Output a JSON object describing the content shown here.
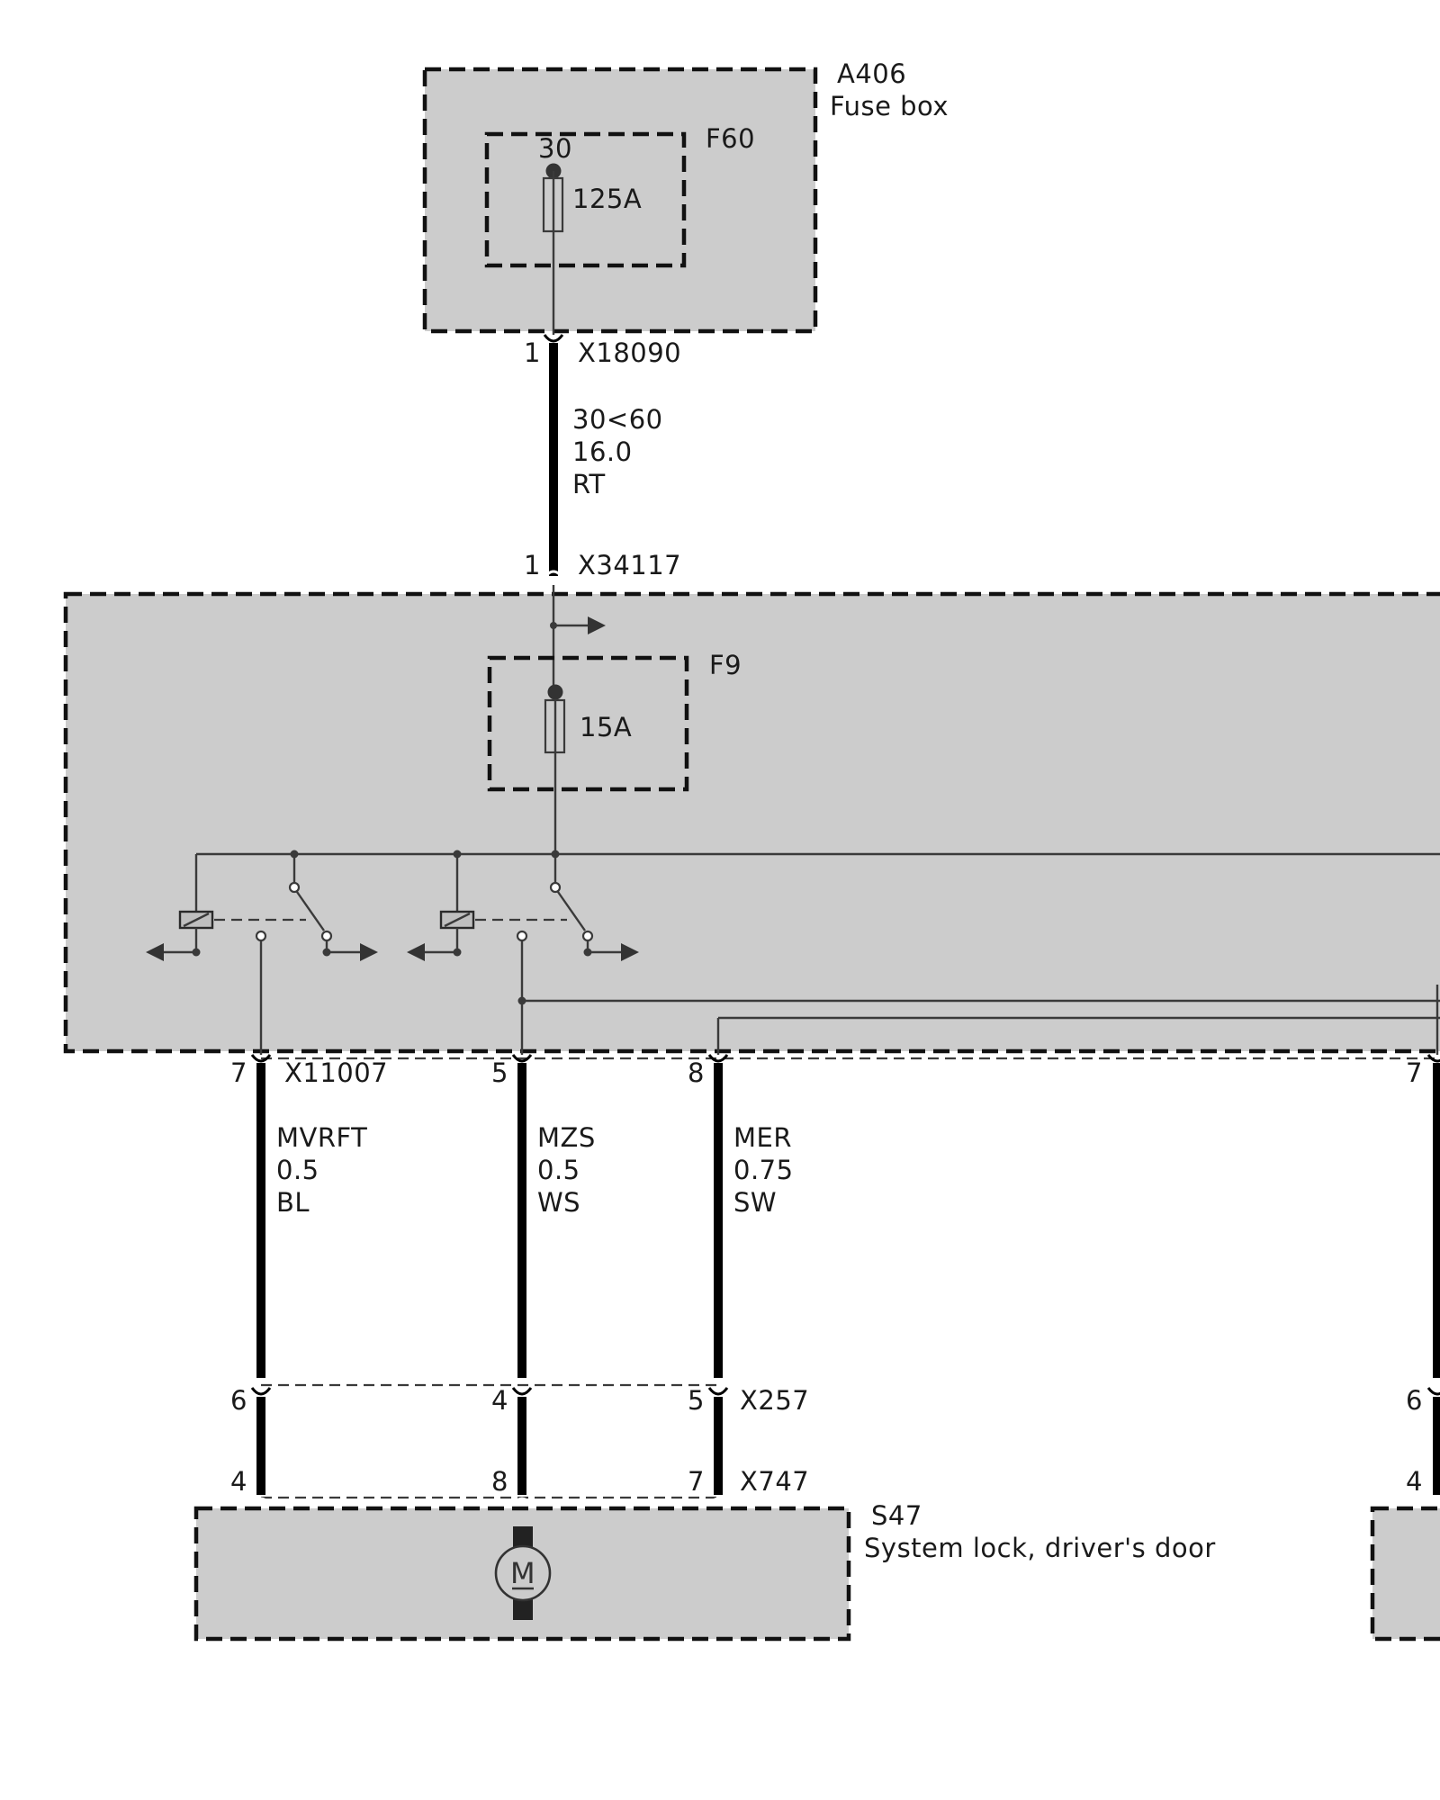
{
  "fuse_box": {
    "id": "A406",
    "name": "Fuse box",
    "fuse_id": "F60",
    "terminal": "30",
    "rating": "125A"
  },
  "connector_top": {
    "pin": "1",
    "id": "X18090"
  },
  "supply_wire": {
    "signal": "30<60",
    "gauge": "16.0",
    "color": "RT"
  },
  "connector_module_in": {
    "pin": "1",
    "id": "X34117"
  },
  "module_fuse": {
    "id": "F9",
    "rating": "15A"
  },
  "connector_module_out": {
    "id": "X11007",
    "pins": [
      "7",
      "5",
      "8"
    ],
    "right_pin": "7"
  },
  "wires": [
    {
      "signal": "MVRFT",
      "gauge": "0.5",
      "color": "BL"
    },
    {
      "signal": "MZS",
      "gauge": "0.5",
      "color": "WS"
    },
    {
      "signal": "MER",
      "gauge": "0.75",
      "color": "SW"
    }
  ],
  "connector_mid": {
    "id": "X257",
    "pins": [
      "6",
      "4",
      "5"
    ],
    "right_pin": "6"
  },
  "connector_bottom": {
    "id": "X747",
    "pins": [
      "4",
      "8",
      "7"
    ],
    "right_pin": "4"
  },
  "lock": {
    "id": "S47",
    "name": "System lock, driver's door",
    "motor_symbol": "M"
  }
}
